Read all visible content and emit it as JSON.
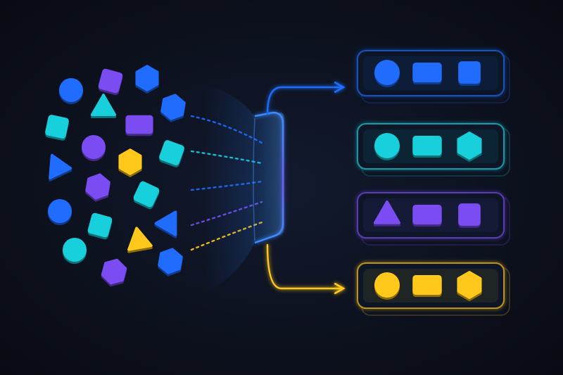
{
  "colors": {
    "background": "#0b0e17",
    "blue": "#1f6cff",
    "cyan": "#18d0dc",
    "purple": "#7a4cf2",
    "yellow": "#ffc81a"
  },
  "input_shapes": [
    {
      "shape": "circle",
      "color": "blue"
    },
    {
      "shape": "square",
      "color": "purple"
    },
    {
      "shape": "hexagon",
      "color": "blue"
    },
    {
      "shape": "square",
      "color": "cyan"
    },
    {
      "shape": "triangle",
      "color": "cyan"
    },
    {
      "shape": "hexagon",
      "color": "blue"
    },
    {
      "shape": "rectangle",
      "color": "purple"
    },
    {
      "shape": "circle",
      "color": "purple"
    },
    {
      "shape": "triangle",
      "color": "blue"
    },
    {
      "shape": "hexagon",
      "color": "yellow"
    },
    {
      "shape": "square",
      "color": "cyan"
    },
    {
      "shape": "hexagon",
      "color": "purple"
    },
    {
      "shape": "square",
      "color": "cyan"
    },
    {
      "shape": "circle",
      "color": "blue"
    },
    {
      "shape": "square",
      "color": "cyan"
    },
    {
      "shape": "triangle",
      "color": "yellow"
    },
    {
      "shape": "triangle",
      "color": "blue"
    },
    {
      "shape": "circle",
      "color": "cyan"
    },
    {
      "shape": "hexagon",
      "color": "purple"
    },
    {
      "shape": "hexagon",
      "color": "blue"
    }
  ],
  "output_groups": [
    {
      "color": "blue",
      "items": [
        "circle",
        "rectangle",
        "square"
      ]
    },
    {
      "color": "cyan",
      "items": [
        "circle",
        "rectangle",
        "hexagon"
      ]
    },
    {
      "color": "purple",
      "items": [
        "triangle",
        "rectangle",
        "square"
      ]
    },
    {
      "color": "yellow",
      "items": [
        "circle",
        "rectangle",
        "hexagon"
      ]
    }
  ]
}
